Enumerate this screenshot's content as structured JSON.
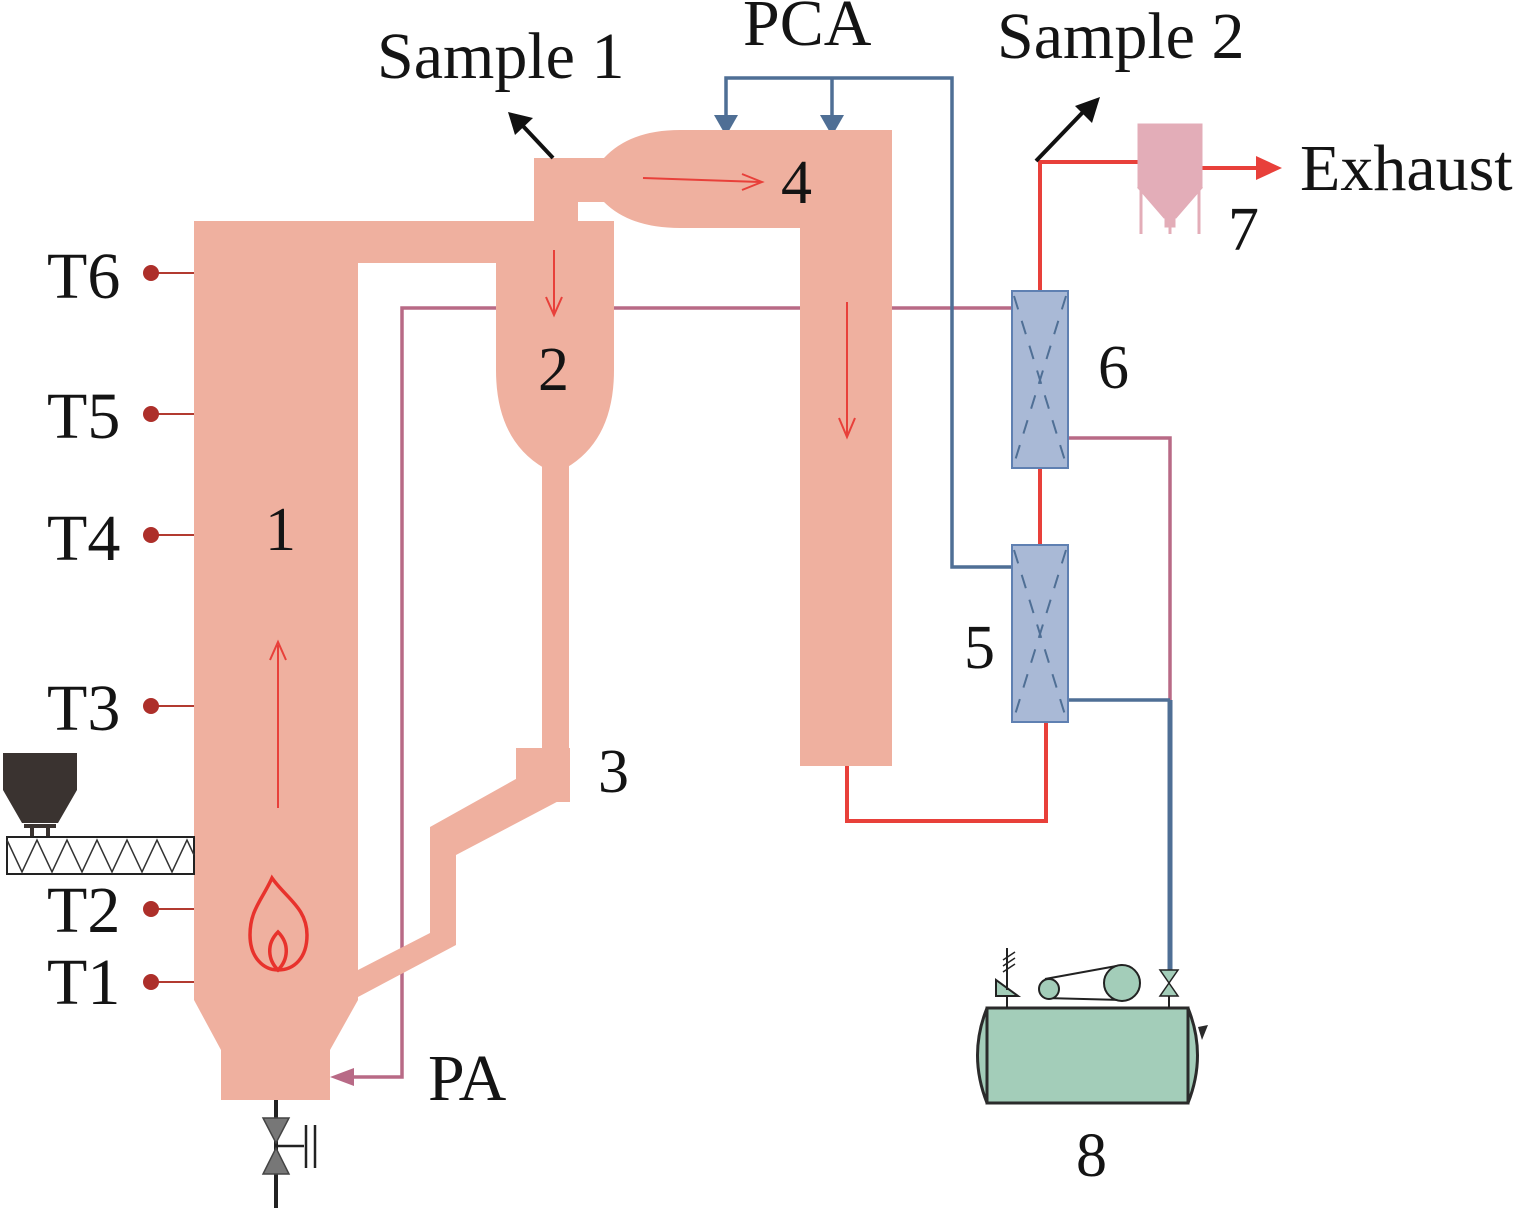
{
  "figure": {
    "type": "process-flow-diagram",
    "description": "Circulating fluidized bed combustion system schematic"
  },
  "labels": {
    "sample1": "Sample 1",
    "sample2": "Sample 2",
    "pca": "PCA",
    "pa": "PA",
    "exhaust": "Exhaust"
  },
  "components": [
    {
      "id": "1",
      "label": "1",
      "name": "riser-furnace"
    },
    {
      "id": "2",
      "label": "2",
      "name": "cyclone"
    },
    {
      "id": "3",
      "label": "3",
      "name": "loop-seal"
    },
    {
      "id": "4",
      "label": "4",
      "name": "post-combustion-chamber"
    },
    {
      "id": "5",
      "label": "5",
      "name": "heat-exchanger-lower"
    },
    {
      "id": "6",
      "label": "6",
      "name": "heat-exchanger-upper"
    },
    {
      "id": "7",
      "label": "7",
      "name": "bag-filter"
    },
    {
      "id": "8",
      "label": "8",
      "name": "air-compressor-tank"
    }
  ],
  "thermocouples": [
    {
      "label": "T6"
    },
    {
      "label": "T5"
    },
    {
      "label": "T4"
    },
    {
      "label": "T3"
    },
    {
      "label": "T2"
    },
    {
      "label": "T1"
    }
  ],
  "colors": {
    "vessel": "#efb09f",
    "flue_gas_line": "#e8403a",
    "primary_air_line": "#b86a86",
    "secondary_air_line": "#4f6f95",
    "heat_exchanger": "#a9b9d6",
    "tank": "#a3cdb9",
    "filter": "#e3adb8",
    "hopper": "#3a3330",
    "thermocouple": "#ad2f2a"
  }
}
